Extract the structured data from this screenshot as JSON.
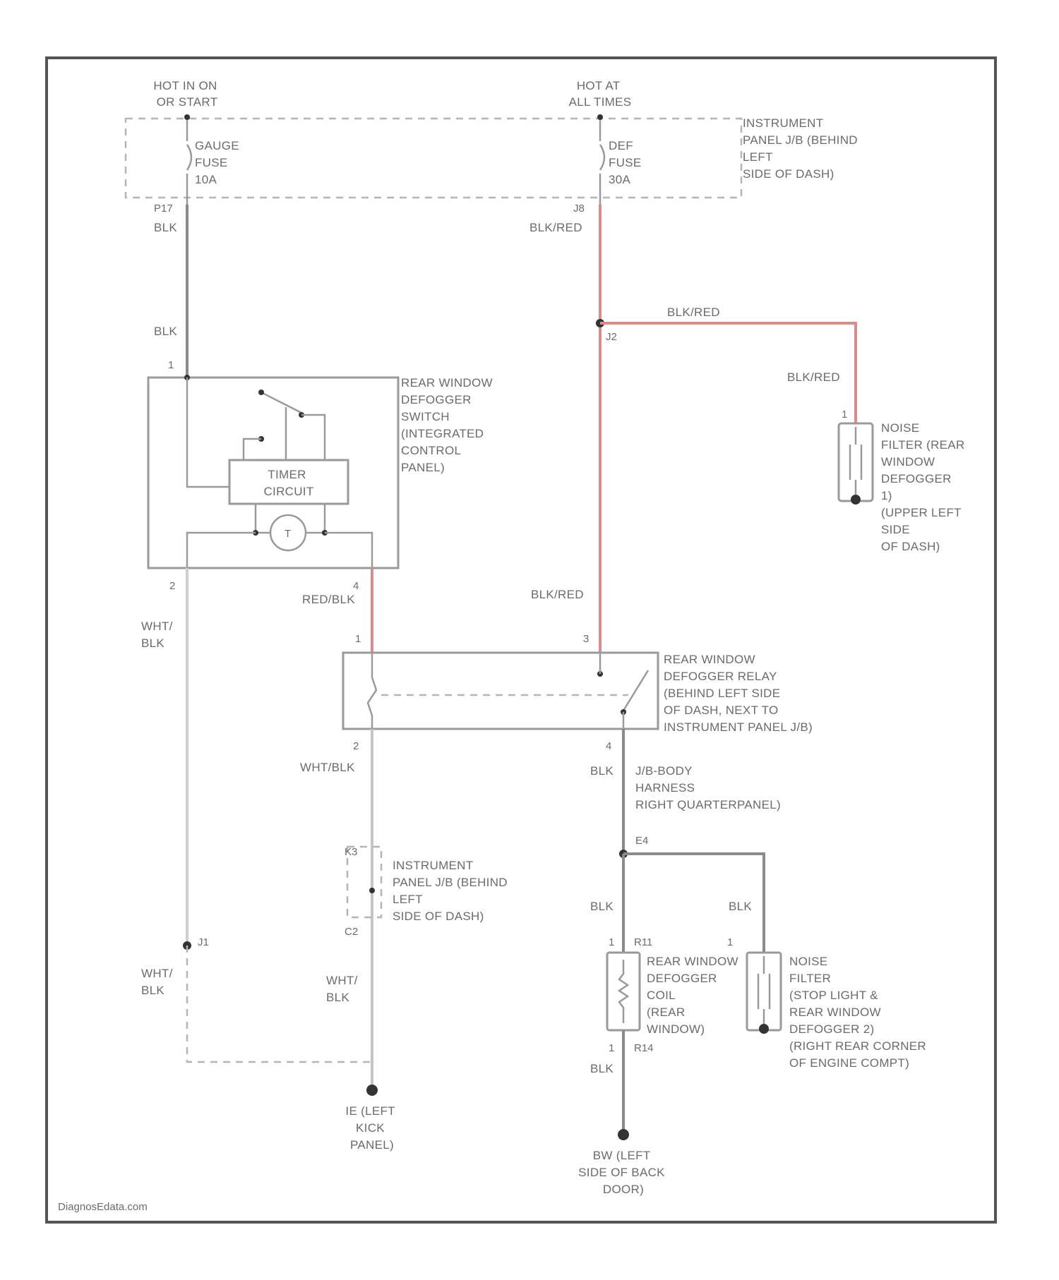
{
  "sources": {
    "hot_run_start": [
      "HOT IN ON",
      "OR START"
    ],
    "hot_all_times": [
      "HOT AT",
      "ALL TIMES"
    ]
  },
  "fuses": {
    "gauge": [
      "GAUGE",
      "FUSE",
      "10A"
    ],
    "def": [
      "DEF",
      "FUSE",
      "30A"
    ]
  },
  "junction_block_top": [
    "INSTRUMENT",
    "PANEL J/B (BEHIND",
    "LEFT",
    "SIDE OF DASH)"
  ],
  "connectors": {
    "p17": "P17",
    "j8": "J8",
    "j2": "J2",
    "k3": "K3",
    "c2": "C2",
    "j1": "J1",
    "e4": "E4",
    "r11": "R11",
    "r14": "R14"
  },
  "pins": {
    "switch_in": "1",
    "switch_out_left": "2",
    "switch_out_right": "4",
    "nf1_pin": "1",
    "relay_1": "1",
    "relay_3": "3",
    "relay_2": "2",
    "relay_4": "4",
    "coil_top": "1",
    "coil_bottom": "1",
    "nf2_pin": "1"
  },
  "wire_colors": {
    "blk_a": "BLK",
    "blk_b": "BLK",
    "blk_red_a": "BLK/RED",
    "blk_red_b": "BLK/RED",
    "blk_red_c": "BLK/RED",
    "blk_red_d": "BLK/RED",
    "red_blk": "RED/BLK",
    "wht_blk_a": [
      "WHT/",
      "BLK"
    ],
    "wht_blk_b": "WHT/BLK",
    "wht_blk_c": [
      "WHT/",
      "BLK"
    ],
    "wht_blk_d": [
      "WHT/",
      "BLK"
    ],
    "blk_c": "BLK",
    "blk_d": "BLK",
    "blk_e": "BLK",
    "blk_f": "BLK"
  },
  "components": {
    "switch": [
      "REAR WINDOW",
      "DEFOGGER",
      "SWITCH",
      "(INTEGRATED",
      "CONTROL",
      "PANEL)"
    ],
    "timer": [
      "TIMER",
      "CIRCUIT"
    ],
    "noise_filter_1": [
      "NOISE",
      "FILTER (REAR",
      "WINDOW",
      "DEFOGGER",
      "1)",
      "(UPPER LEFT",
      "SIDE",
      "OF DASH)"
    ],
    "relay": [
      "REAR WINDOW",
      "DEFOGGER RELAY",
      "(BEHIND LEFT SIDE",
      "OF DASH, NEXT TO",
      "INSTRUMENT PANEL J/B)"
    ],
    "harness_note": [
      "J/B-BODY",
      "HARNESS",
      "RIGHT QUARTERPANEL)"
    ],
    "jb_lower": [
      "INSTRUMENT",
      "PANEL J/B (BEHIND",
      "LEFT",
      "SIDE OF DASH)"
    ],
    "coil": [
      "REAR WINDOW",
      "DEFOGGER",
      "COIL",
      "(REAR",
      "WINDOW)"
    ],
    "noise_filter_2": [
      "NOISE",
      "FILTER",
      "(STOP LIGHT &",
      "REAR WINDOW",
      "DEFOGGER 2)",
      "(RIGHT REAR CORNER",
      "OF ENGINE COMPT)"
    ]
  },
  "grounds": {
    "ie": [
      "IE (LEFT",
      "KICK",
      "PANEL)"
    ],
    "bw": [
      "BW (LEFT",
      "SIDE OF BACK",
      "DOOR)"
    ]
  },
  "watermark": "DiagnosEdata.com",
  "colors": {
    "wire_gray": "#8a8a8a",
    "wire_red": "#d98c8c",
    "text": "#6b6b6b",
    "frame": "#555555"
  }
}
